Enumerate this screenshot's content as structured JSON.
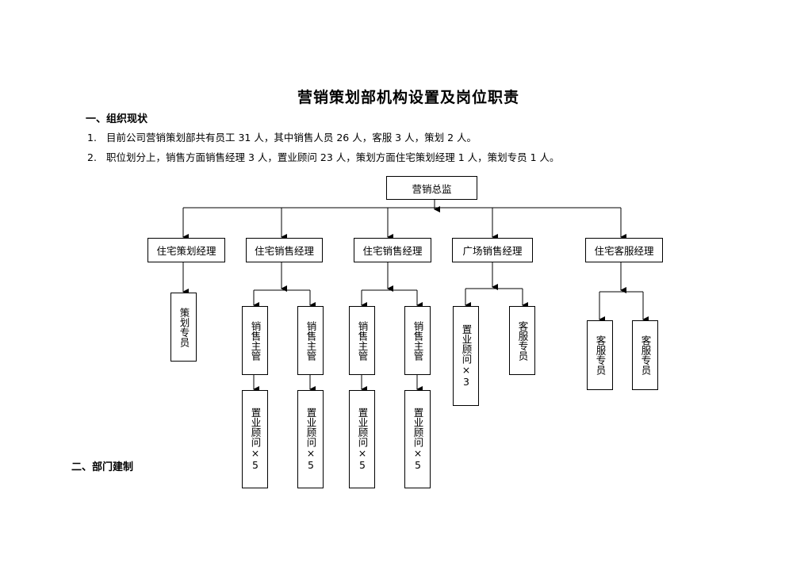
{
  "document": {
    "title": "营销策划部机构设置及岗位职责",
    "section1": {
      "heading": "一、组织现状",
      "items": [
        {
          "num": "1.",
          "text": "目前公司营销策划部共有员工 31 人，其中销售人员 26 人，客服 3 人，策划 2 人。"
        },
        {
          "num": "2.",
          "text": "职位划分上，销售方面销售经理 3 人，置业顾问 23 人，策划方面住宅策划经理 1 人，策划专员 1 人。"
        }
      ]
    },
    "section2": {
      "heading": "二、部门建制"
    }
  },
  "org_chart": {
    "top": "营销总监",
    "managers": [
      "住宅策划经理",
      "住宅销售经理",
      "住宅销售经理",
      "广场销售经理",
      "住宅客服经理"
    ],
    "planning_staff": "策划专员",
    "sales_supervisor": "销售主管",
    "consultant_x5": "置业顾问×5",
    "consultant_x3": "置业顾问×3",
    "service_staff": "客服专员"
  }
}
